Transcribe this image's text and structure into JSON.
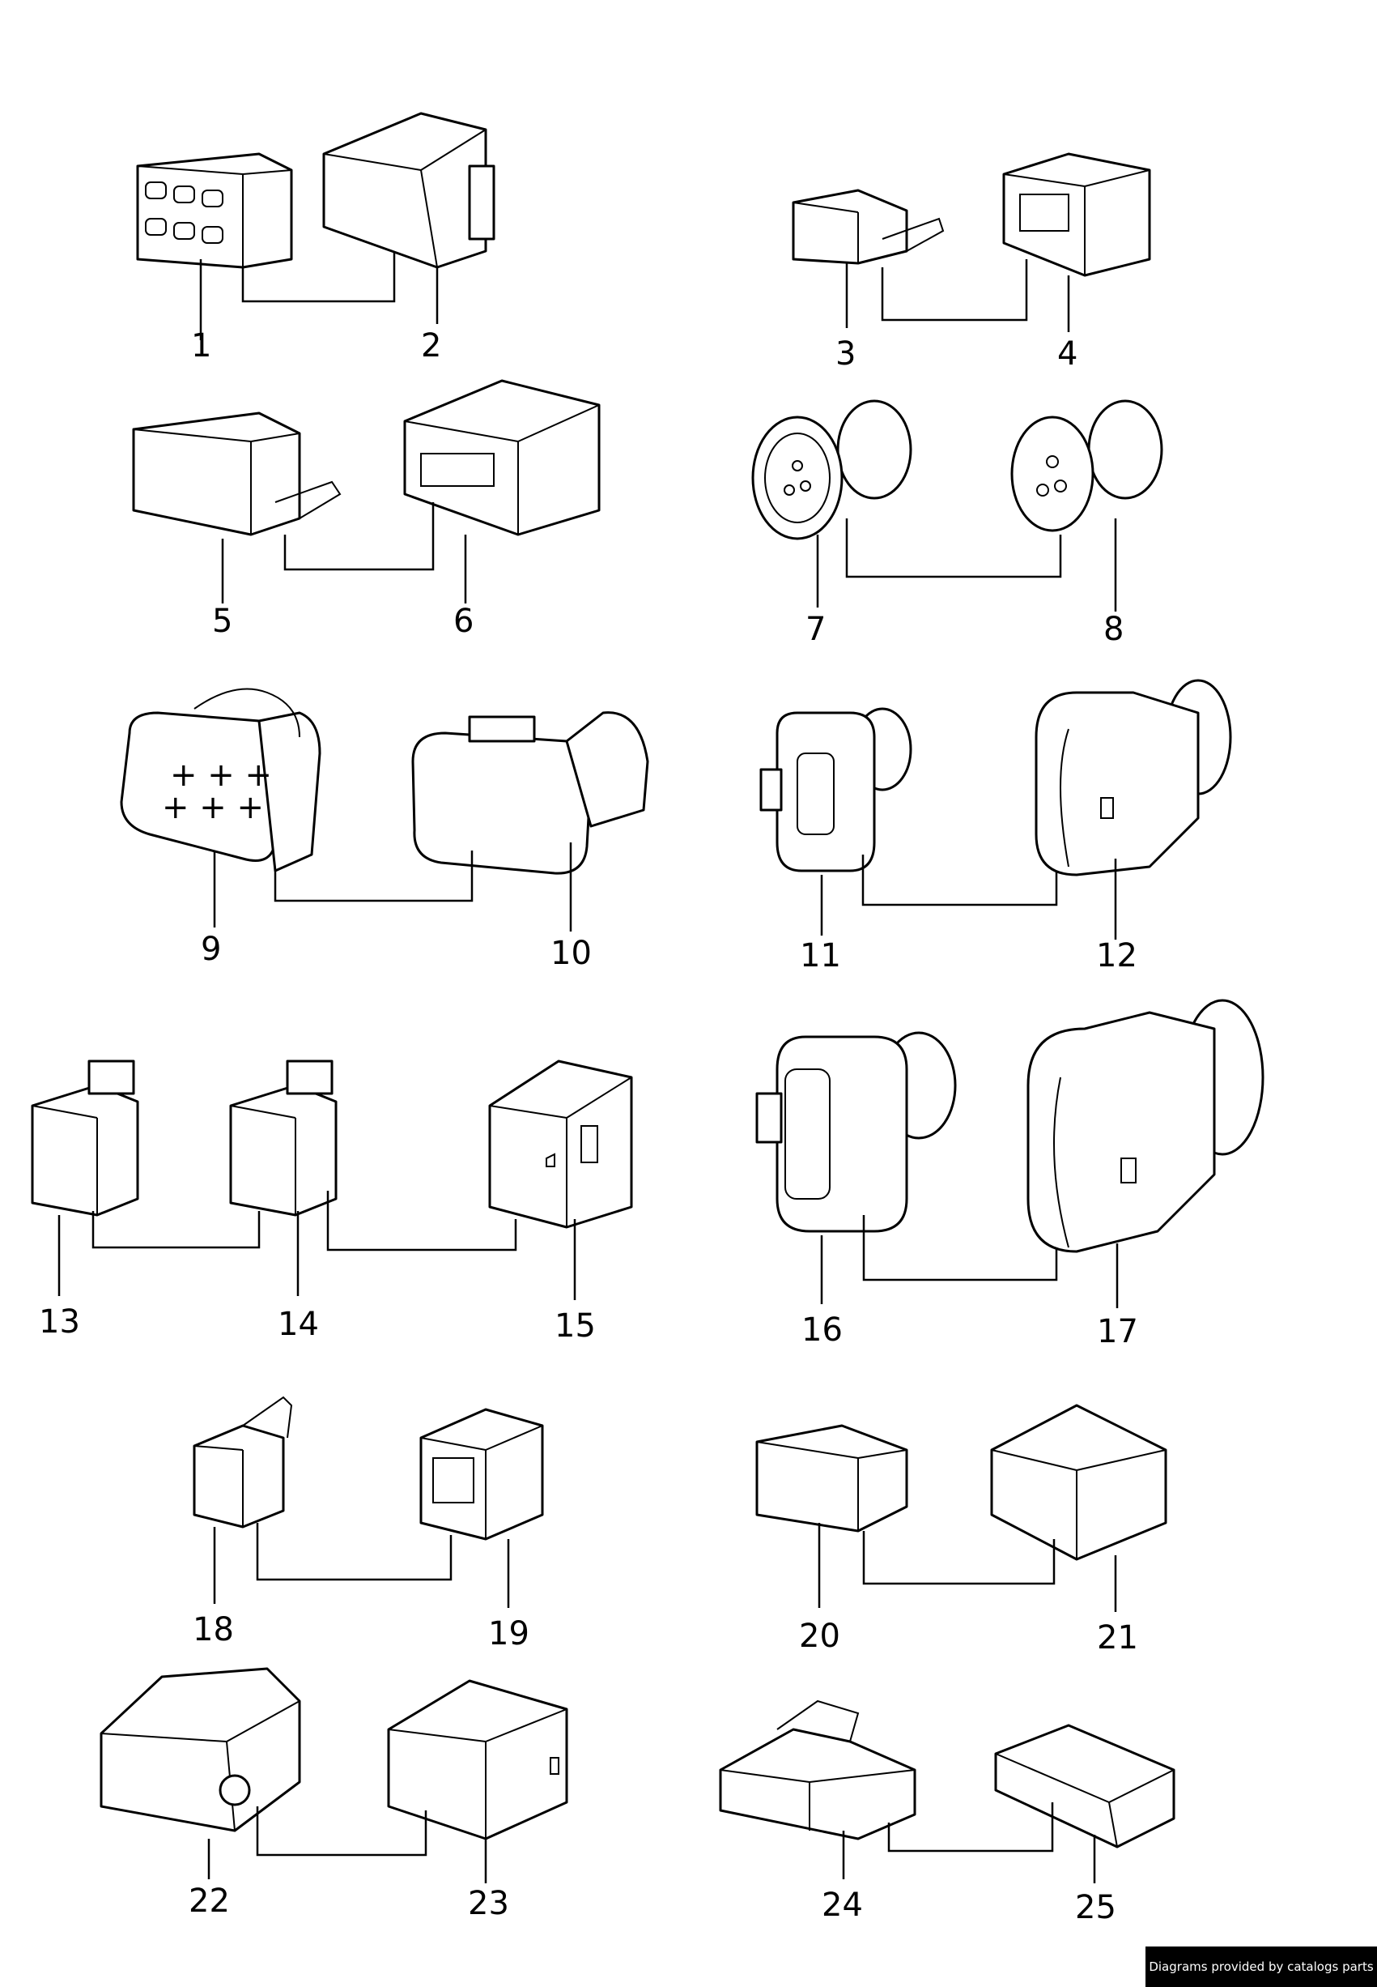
{
  "labels": [
    "1",
    "2",
    "3",
    "4",
    "5",
    "6",
    "7",
    "8",
    "9",
    "10",
    "11",
    "12",
    "13",
    "14",
    "15",
    "16",
    "17",
    "18",
    "19",
    "20",
    "21",
    "22",
    "23",
    "24",
    "25"
  ],
  "credit": "Diagrams provided by catalogs parts"
}
